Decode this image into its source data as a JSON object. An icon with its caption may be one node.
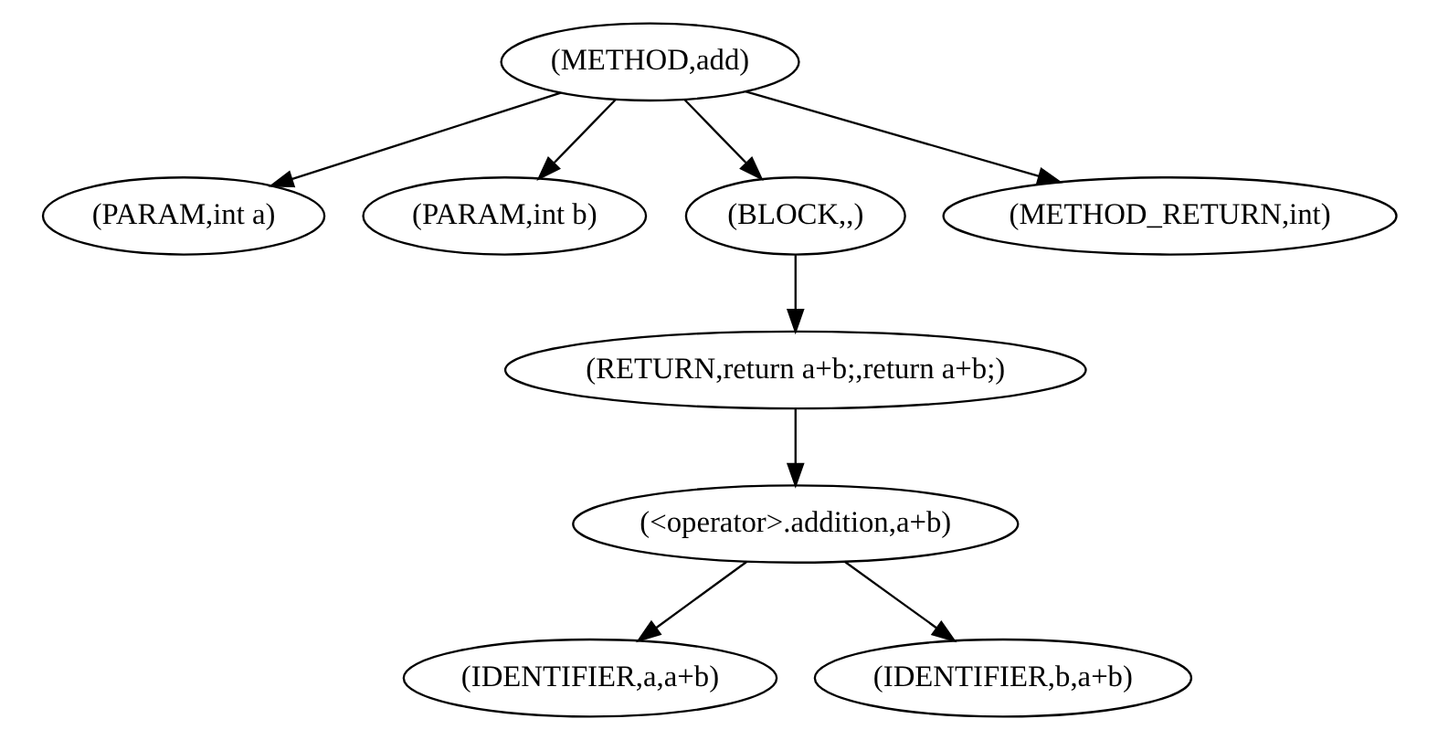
{
  "diagram": {
    "nodes": [
      {
        "text": [
          "(METHOD,add)"
        ]
      },
      {
        "text": [
          "(PARAM,int a)"
        ]
      },
      {
        "text": [
          "(PARAM,int b)"
        ]
      },
      {
        "text": [
          "(BLOCK,,)"
        ]
      },
      {
        "text": [
          "(METHOD_RETURN,int)"
        ]
      },
      {
        "text": [
          "(RETURN,return a+b;,return a+b;)"
        ]
      },
      {
        "text": [
          "(<operator>.addition,a+b)"
        ]
      },
      {
        "text": [
          "(IDENTIFIER,a,a+b)"
        ]
      },
      {
        "text": [
          "(IDENTIFIER,b,a+b)"
        ]
      }
    ],
    "edges": [
      {
        "from": 0,
        "to": 1,
        "arrow": "to"
      },
      {
        "from": 0,
        "to": 2,
        "arrow": "to"
      },
      {
        "from": 0,
        "to": 3,
        "arrow": "to"
      },
      {
        "from": 0,
        "to": 4,
        "arrow": "to"
      },
      {
        "from": 3,
        "to": 5,
        "arrow": "to"
      },
      {
        "from": 5,
        "to": 6,
        "arrow": "to"
      },
      {
        "from": 6,
        "to": 7,
        "arrow": "to"
      },
      {
        "from": 6,
        "to": 8,
        "arrow": "to"
      }
    ]
  }
}
